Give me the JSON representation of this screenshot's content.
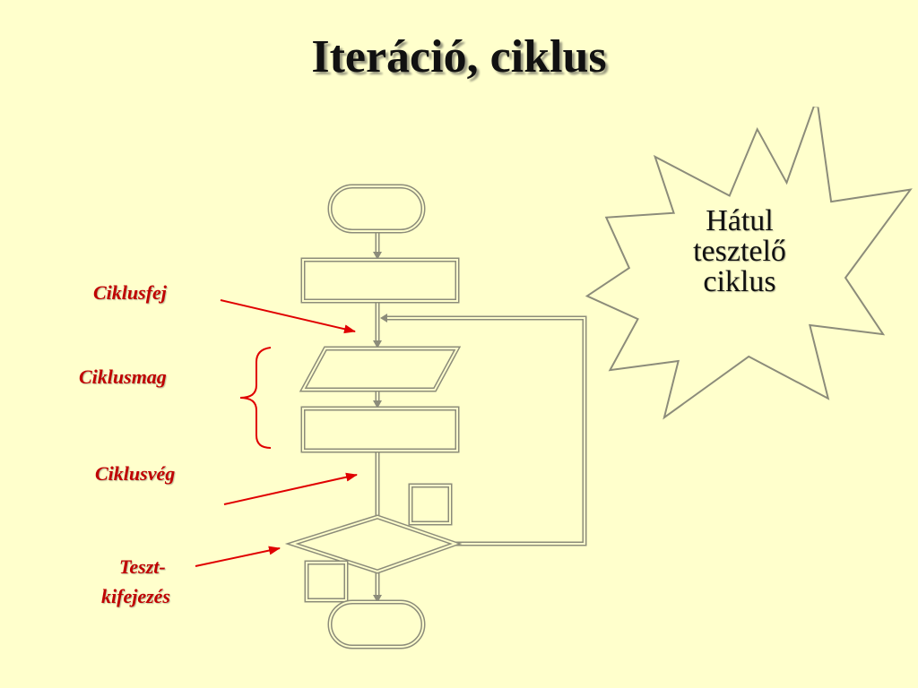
{
  "title": "Iteráció, ciklus",
  "labels": {
    "head": "Ciklusfej",
    "body": "Ciklusmag",
    "end": "Ciklusvég",
    "test_line1": "Teszt-",
    "test_line2": "kifejezés"
  },
  "burst": {
    "line1": "Hátul",
    "line2": "tesztelő",
    "line3": "ciklus"
  },
  "colors": {
    "background": "#FFFFCC",
    "label": "#C00000",
    "arrow": "#E00000",
    "shape_fill": "#FFFFCC",
    "shape_stroke": "#8C8C7A"
  }
}
